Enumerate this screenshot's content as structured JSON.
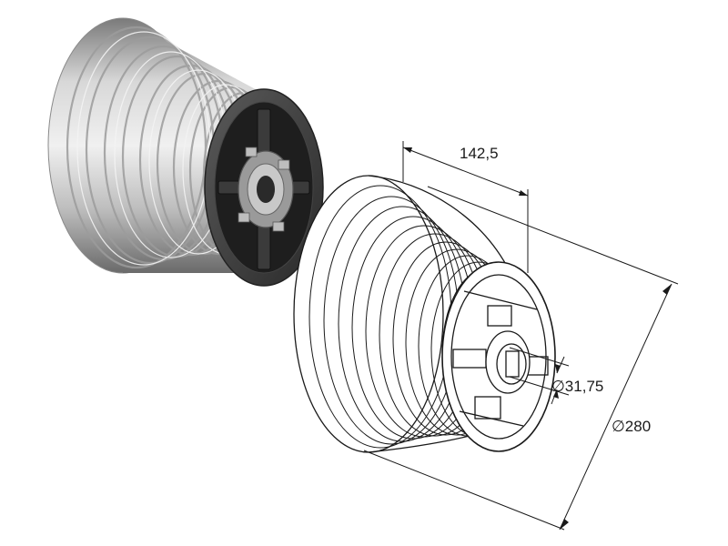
{
  "dimensions": {
    "width": {
      "label": "142,5"
    },
    "shaft_diameter": {
      "label": "∅31,75"
    },
    "outer_diameter": {
      "label": "∅280"
    }
  },
  "colors": {
    "drum_light": "#e6e6e6",
    "drum_mid": "#a9a9a9",
    "drum_dark": "#6f6f6f",
    "flange": "#3a3a3a",
    "hub": "#a0a0a0",
    "line": "#1a1a1a"
  }
}
